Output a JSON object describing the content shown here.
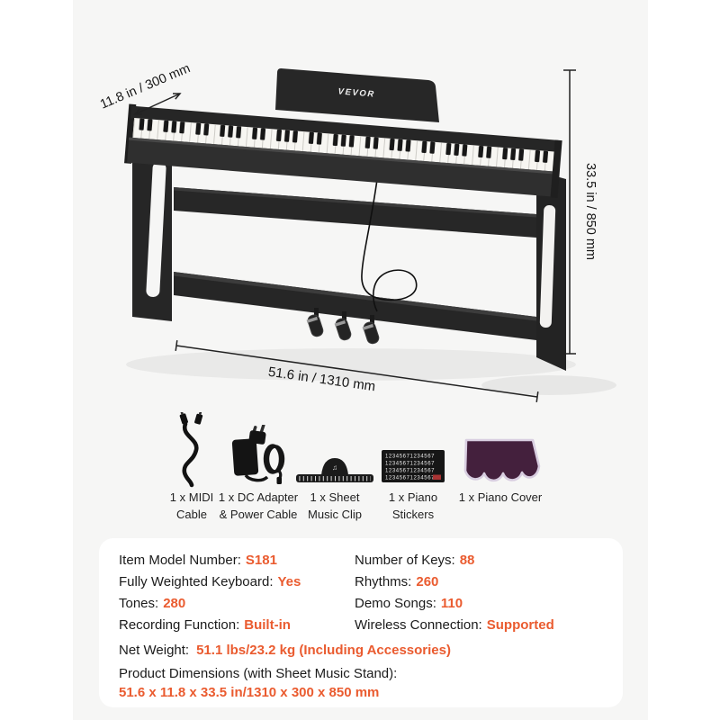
{
  "colors": {
    "accent": "#EA5B2F",
    "text": "#1b1b1b",
    "band_background": "#f6f6f5",
    "piano_black": "#272727",
    "cover_purple": "#44203d"
  },
  "photo": {
    "brand_logo": "VEVOR",
    "dim_depth": "11.8 in / 300 mm",
    "dim_height": "33.5 in / 850 mm",
    "dim_width": "51.6 in / 1310 mm"
  },
  "accessories": {
    "items": [
      {
        "line1": "1 x MIDI",
        "line2": "Cable"
      },
      {
        "line1": "1 x DC Adapter",
        "line2": "& Power Cable"
      },
      {
        "line1": "1 x Sheet",
        "line2": "Music Clip"
      },
      {
        "line1": "1 x Piano",
        "line2": "Stickers"
      },
      {
        "line1": "1 x Piano Cover",
        "line2": ""
      }
    ],
    "sticker_rows": [
      "12345671234567",
      "12345671234567",
      "12345671234567",
      "12345671234567"
    ]
  },
  "specs": {
    "left": [
      {
        "label": "Item Model Number:",
        "value": "S181"
      },
      {
        "label": "Fully Weighted Keyboard:",
        "value": "Yes"
      },
      {
        "label": "Tones:",
        "value": "280"
      },
      {
        "label": "Recording Function:",
        "value": "Built-in"
      }
    ],
    "right": [
      {
        "label": "Number of Keys:",
        "value": "88"
      },
      {
        "label": "Rhythms:",
        "value": "260"
      },
      {
        "label": "Demo Songs:",
        "value": "110"
      },
      {
        "label": "Wireless Connection:",
        "value": "Supported"
      }
    ],
    "net_weight_label": "Net Weight:",
    "net_weight_value": "51.1 lbs/23.2 kg (Including Accessories)",
    "dimensions_label": "Product Dimensions (with Sheet Music Stand):",
    "dimensions_value": "51.6 x 11.8 x 33.5 in/1310 x 300 x 850 mm"
  }
}
